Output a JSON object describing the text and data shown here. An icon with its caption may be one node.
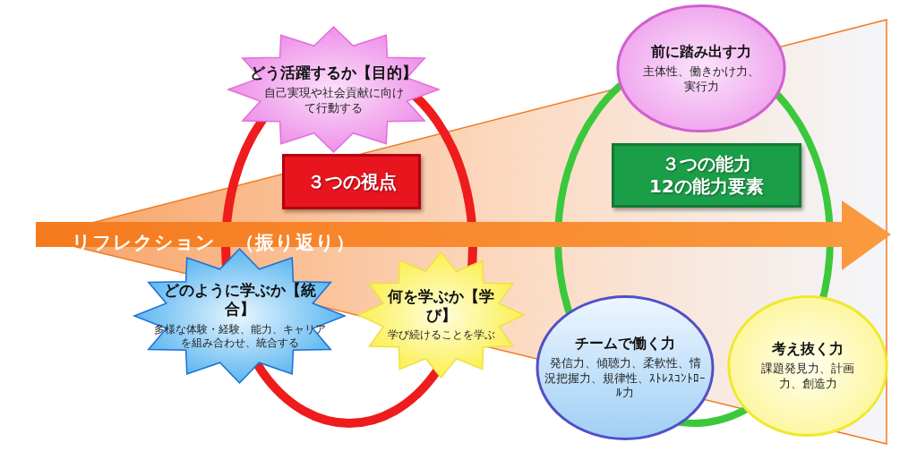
{
  "diagram": {
    "nodes": [
      {
        "text": [
          "どう活躍するか【目的】",
          "自己実現や社会貢献に向けて行動する"
        ]
      },
      {
        "text": [
          "３つの視点"
        ]
      },
      {
        "text": [
          "どのように学ぶか【統合】",
          "多様な体験・経験、能力、キャリアを組み合わせ、統合する"
        ]
      },
      {
        "text": [
          "何を学ぶか【学び】",
          "学び続けることを学ぶ"
        ]
      },
      {
        "text": [
          "前に踏み出す力",
          "主体性、働きかけ力、実行力"
        ]
      },
      {
        "text": [
          "３つの能力",
          "12の能力要素"
        ]
      },
      {
        "text": [
          "チームで働く力",
          "発信力、傾聴力、柔軟性、情況把握力、規律性、ｽﾄﾚｽｺﾝﾄﾛｰﾙ力"
        ]
      },
      {
        "text": [
          "考え抜く力",
          "課題発見力、計画力、創造力"
        ]
      },
      {
        "text": [
          "リフレクション　（振り返り）"
        ]
      }
    ]
  }
}
